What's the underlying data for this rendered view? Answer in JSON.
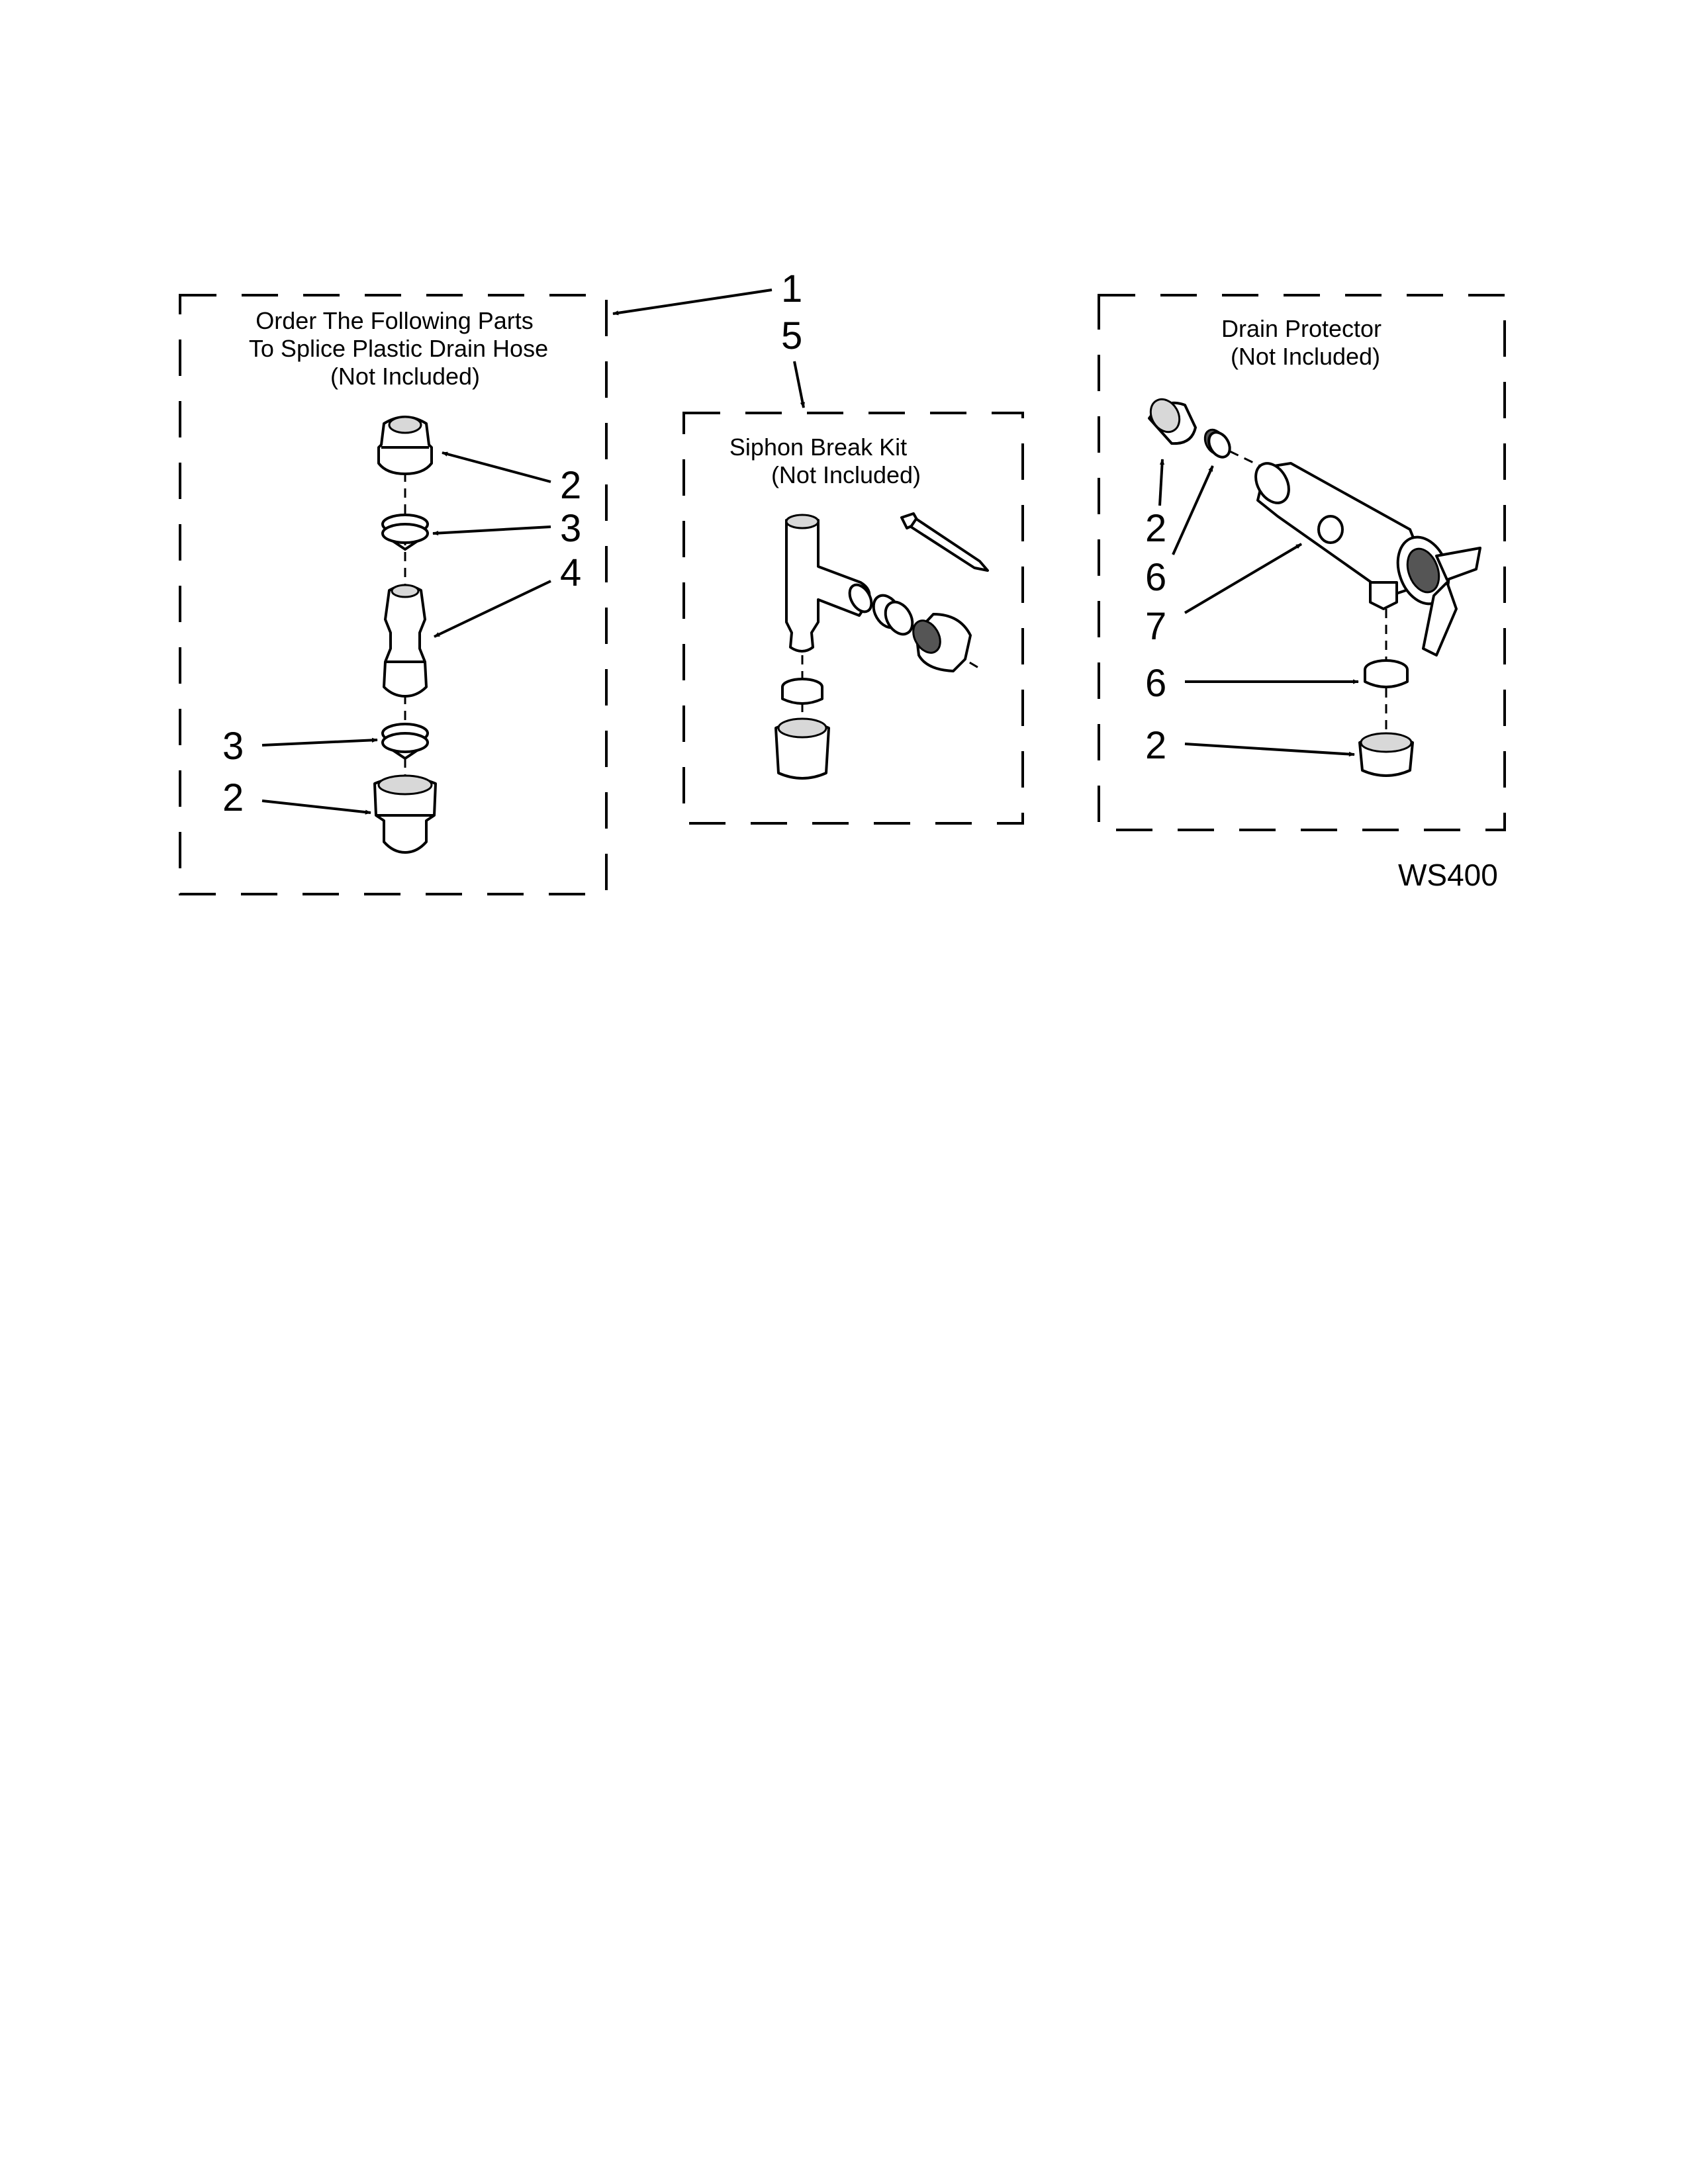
{
  "panels": {
    "splice": {
      "lines": [
        "Order The Following Parts",
        "To Splice Plastic Drain Hose",
        "(Not Included)"
      ]
    },
    "siphon": {
      "lines": [
        "Siphon Break Kit",
        "(Not Included)"
      ]
    },
    "drain": {
      "lines": [
        "Drain Protector",
        "(Not Included)"
      ]
    }
  },
  "callouts": {
    "c1": "1",
    "c5": "5",
    "splice_2_top": "2",
    "splice_3_top": "3",
    "splice_4": "4",
    "splice_3_bottom": "3",
    "splice_2_bottom": "2",
    "drain_2_top": "2",
    "drain_6_top": "6",
    "drain_7": "7",
    "drain_6_bottom": "6",
    "drain_2_bottom": "2"
  },
  "reference_code": "WS400"
}
